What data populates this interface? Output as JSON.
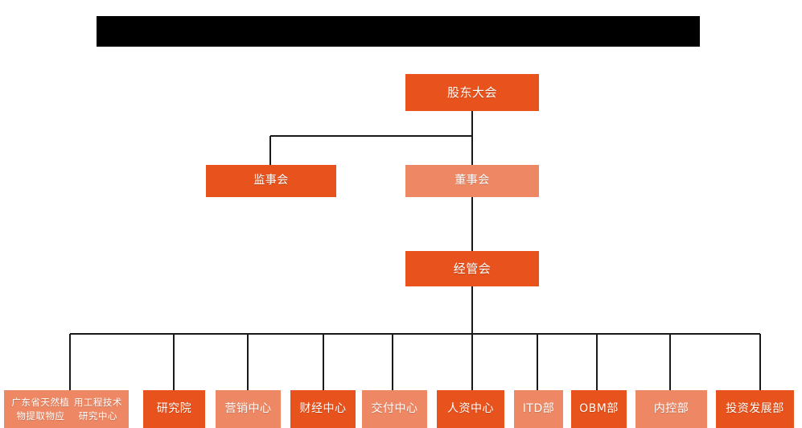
{
  "header": {
    "redacted_bar": true,
    "title_text": ""
  },
  "colors": {
    "accent_dark": "#E8521C",
    "accent_light": "#EE8864",
    "connector": "#1a1a1a",
    "background": "#FFFFFF",
    "redaction": "#000000"
  },
  "chart_data": {
    "type": "diagram",
    "diagram_kind": "org-chart",
    "title": "",
    "levels": [
      {
        "level": 1,
        "nodes": [
          {
            "id": "shareholders",
            "label": "股东大会",
            "shade": "dark"
          }
        ]
      },
      {
        "level": 2,
        "nodes": [
          {
            "id": "supervisors",
            "label": "监事会",
            "shade": "dark"
          },
          {
            "id": "board",
            "label": "董事会",
            "shade": "light"
          }
        ]
      },
      {
        "level": 3,
        "nodes": [
          {
            "id": "management",
            "label": "经管会",
            "shade": "dark"
          }
        ]
      },
      {
        "level": 4,
        "nodes": [
          {
            "id": "rnd-center",
            "label": "广东省天然植物提取物应用工程技术研究中心",
            "shade": "light",
            "lines": [
              "广东省天然植物提取物应",
              "用工程技术研究中心"
            ]
          },
          {
            "id": "institute",
            "label": "研究院",
            "shade": "dark"
          },
          {
            "id": "marketing",
            "label": "营销中心",
            "shade": "light"
          },
          {
            "id": "finance",
            "label": "财经中心",
            "shade": "dark"
          },
          {
            "id": "delivery",
            "label": "交付中心",
            "shade": "light"
          },
          {
            "id": "hr",
            "label": "人资中心",
            "shade": "dark"
          },
          {
            "id": "itd",
            "label": "ITD部",
            "shade": "light"
          },
          {
            "id": "obm",
            "label": "OBM部",
            "shade": "dark"
          },
          {
            "id": "internal-control",
            "label": "内控部",
            "shade": "light"
          },
          {
            "id": "investment",
            "label": "投资发展部",
            "shade": "dark"
          }
        ]
      }
    ],
    "edges": [
      {
        "from": "shareholders",
        "to": "supervisors"
      },
      {
        "from": "shareholders",
        "to": "board"
      },
      {
        "from": "board",
        "to": "management"
      },
      {
        "from": "management",
        "to": "rnd-center"
      },
      {
        "from": "management",
        "to": "institute"
      },
      {
        "from": "management",
        "to": "marketing"
      },
      {
        "from": "management",
        "to": "finance"
      },
      {
        "from": "management",
        "to": "delivery"
      },
      {
        "from": "management",
        "to": "hr"
      },
      {
        "from": "management",
        "to": "itd"
      },
      {
        "from": "management",
        "to": "obm"
      },
      {
        "from": "management",
        "to": "internal-control"
      },
      {
        "from": "management",
        "to": "investment"
      }
    ]
  }
}
